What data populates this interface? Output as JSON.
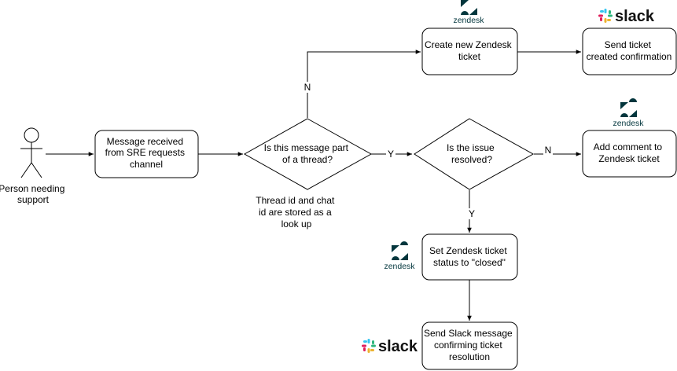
{
  "actor": {
    "label_lines": [
      "Person needing",
      "support"
    ]
  },
  "nodes": {
    "message_received": [
      "Message received",
      "from SRE requests",
      "channel"
    ],
    "is_thread": [
      "Is this message part",
      "of a thread?"
    ],
    "create_ticket": [
      "Create new Zendesk",
      "ticket"
    ],
    "send_confirmation": [
      "Send ticket",
      "created confirmation"
    ],
    "is_resolved": [
      "Is the issue",
      "resolved?"
    ],
    "add_comment": [
      "Add comment to",
      "Zendesk ticket"
    ],
    "set_closed": [
      "Set Zendesk ticket",
      "status to \"closed\""
    ],
    "send_resolution": [
      "Send Slack message",
      "confirming ticket",
      "resolution"
    ]
  },
  "note": [
    "Thread id and chat",
    "id are stored as a",
    "look up"
  ],
  "edge_labels": {
    "no_1": "N",
    "yes_1": "Y",
    "no_2": "N",
    "yes_2": "Y"
  },
  "logos": {
    "zendesk": "zendesk",
    "slack": "slack"
  },
  "colors": {
    "zendesk": "#03363d",
    "slack_blue": "#36c5f0",
    "slack_green": "#2eb67d",
    "slack_yellow": "#ecb22e",
    "slack_red": "#e01e5a"
  }
}
